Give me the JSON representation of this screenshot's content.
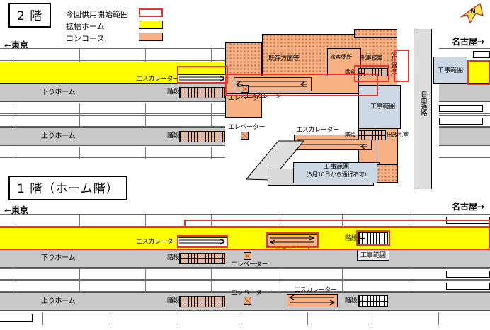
{
  "legend": {
    "items": [
      {
        "label": "今回供用開始範囲",
        "swatch": "outline-red",
        "color": "#e8342a"
      },
      {
        "label": "拡幅ホーム",
        "swatch": "fill-yellow",
        "color": "#ffff00"
      },
      {
        "label": "コンコース",
        "swatch": "fill-orange",
        "color": "#f7b183"
      }
    ]
  },
  "compass": {
    "label": "N",
    "name": "north-arrow"
  },
  "floor2": {
    "title": "2 階",
    "dir_left": "←東京",
    "dir_right": "名古屋→",
    "platform_down": "下りホーム",
    "platform_up": "上りホーム",
    "labels": {
      "concourse_main": "既存方面等",
      "restroom": "旅客便所",
      "station_office": "駅事務室",
      "transformer": "変圧器室",
      "ticket_gate": "出改札室",
      "free_passage": "自由通路",
      "construction_center": "工事範囲",
      "construction_right": "工事範囲",
      "construction_note_title": "工事範囲",
      "construction_note_sub": "（5月10日から通行不可）",
      "escalator_platform": "エスカレーター",
      "escalator_concourse": "エスカレーター",
      "escalator_lower": "エスカレーター",
      "elevator_upper": "エレベーター",
      "elevator_lower": "エレベーター",
      "stairs_down": "階段",
      "stairs_up": "階段",
      "stairs_office": "階段",
      "stairs_gate": "階段"
    }
  },
  "floor1": {
    "title": "1 階（ホーム階）",
    "dir_left": "←東京",
    "dir_right": "名古屋→",
    "platform_down": "下りホーム",
    "platform_up": "上りホーム",
    "labels": {
      "escalator_top": "エスカレーター",
      "escalator_mid": "エスカレーター",
      "escalator_bottom": "エスカレーター",
      "elevator_upper": "エレベーター",
      "elevator_lower": "エレベーター",
      "stairs_down": "階段",
      "stairs_up": "階段",
      "stairs_yellow": "階段",
      "stairs_bottom": "階段",
      "construction_box": "工事範囲"
    }
  },
  "colors": {
    "platform_yellow": "#ffff00",
    "concourse_orange": "#f7b183",
    "range_red": "#e8342a",
    "construction_blue": "#ccd9e4",
    "platform_gray": "#c9c9c9"
  }
}
